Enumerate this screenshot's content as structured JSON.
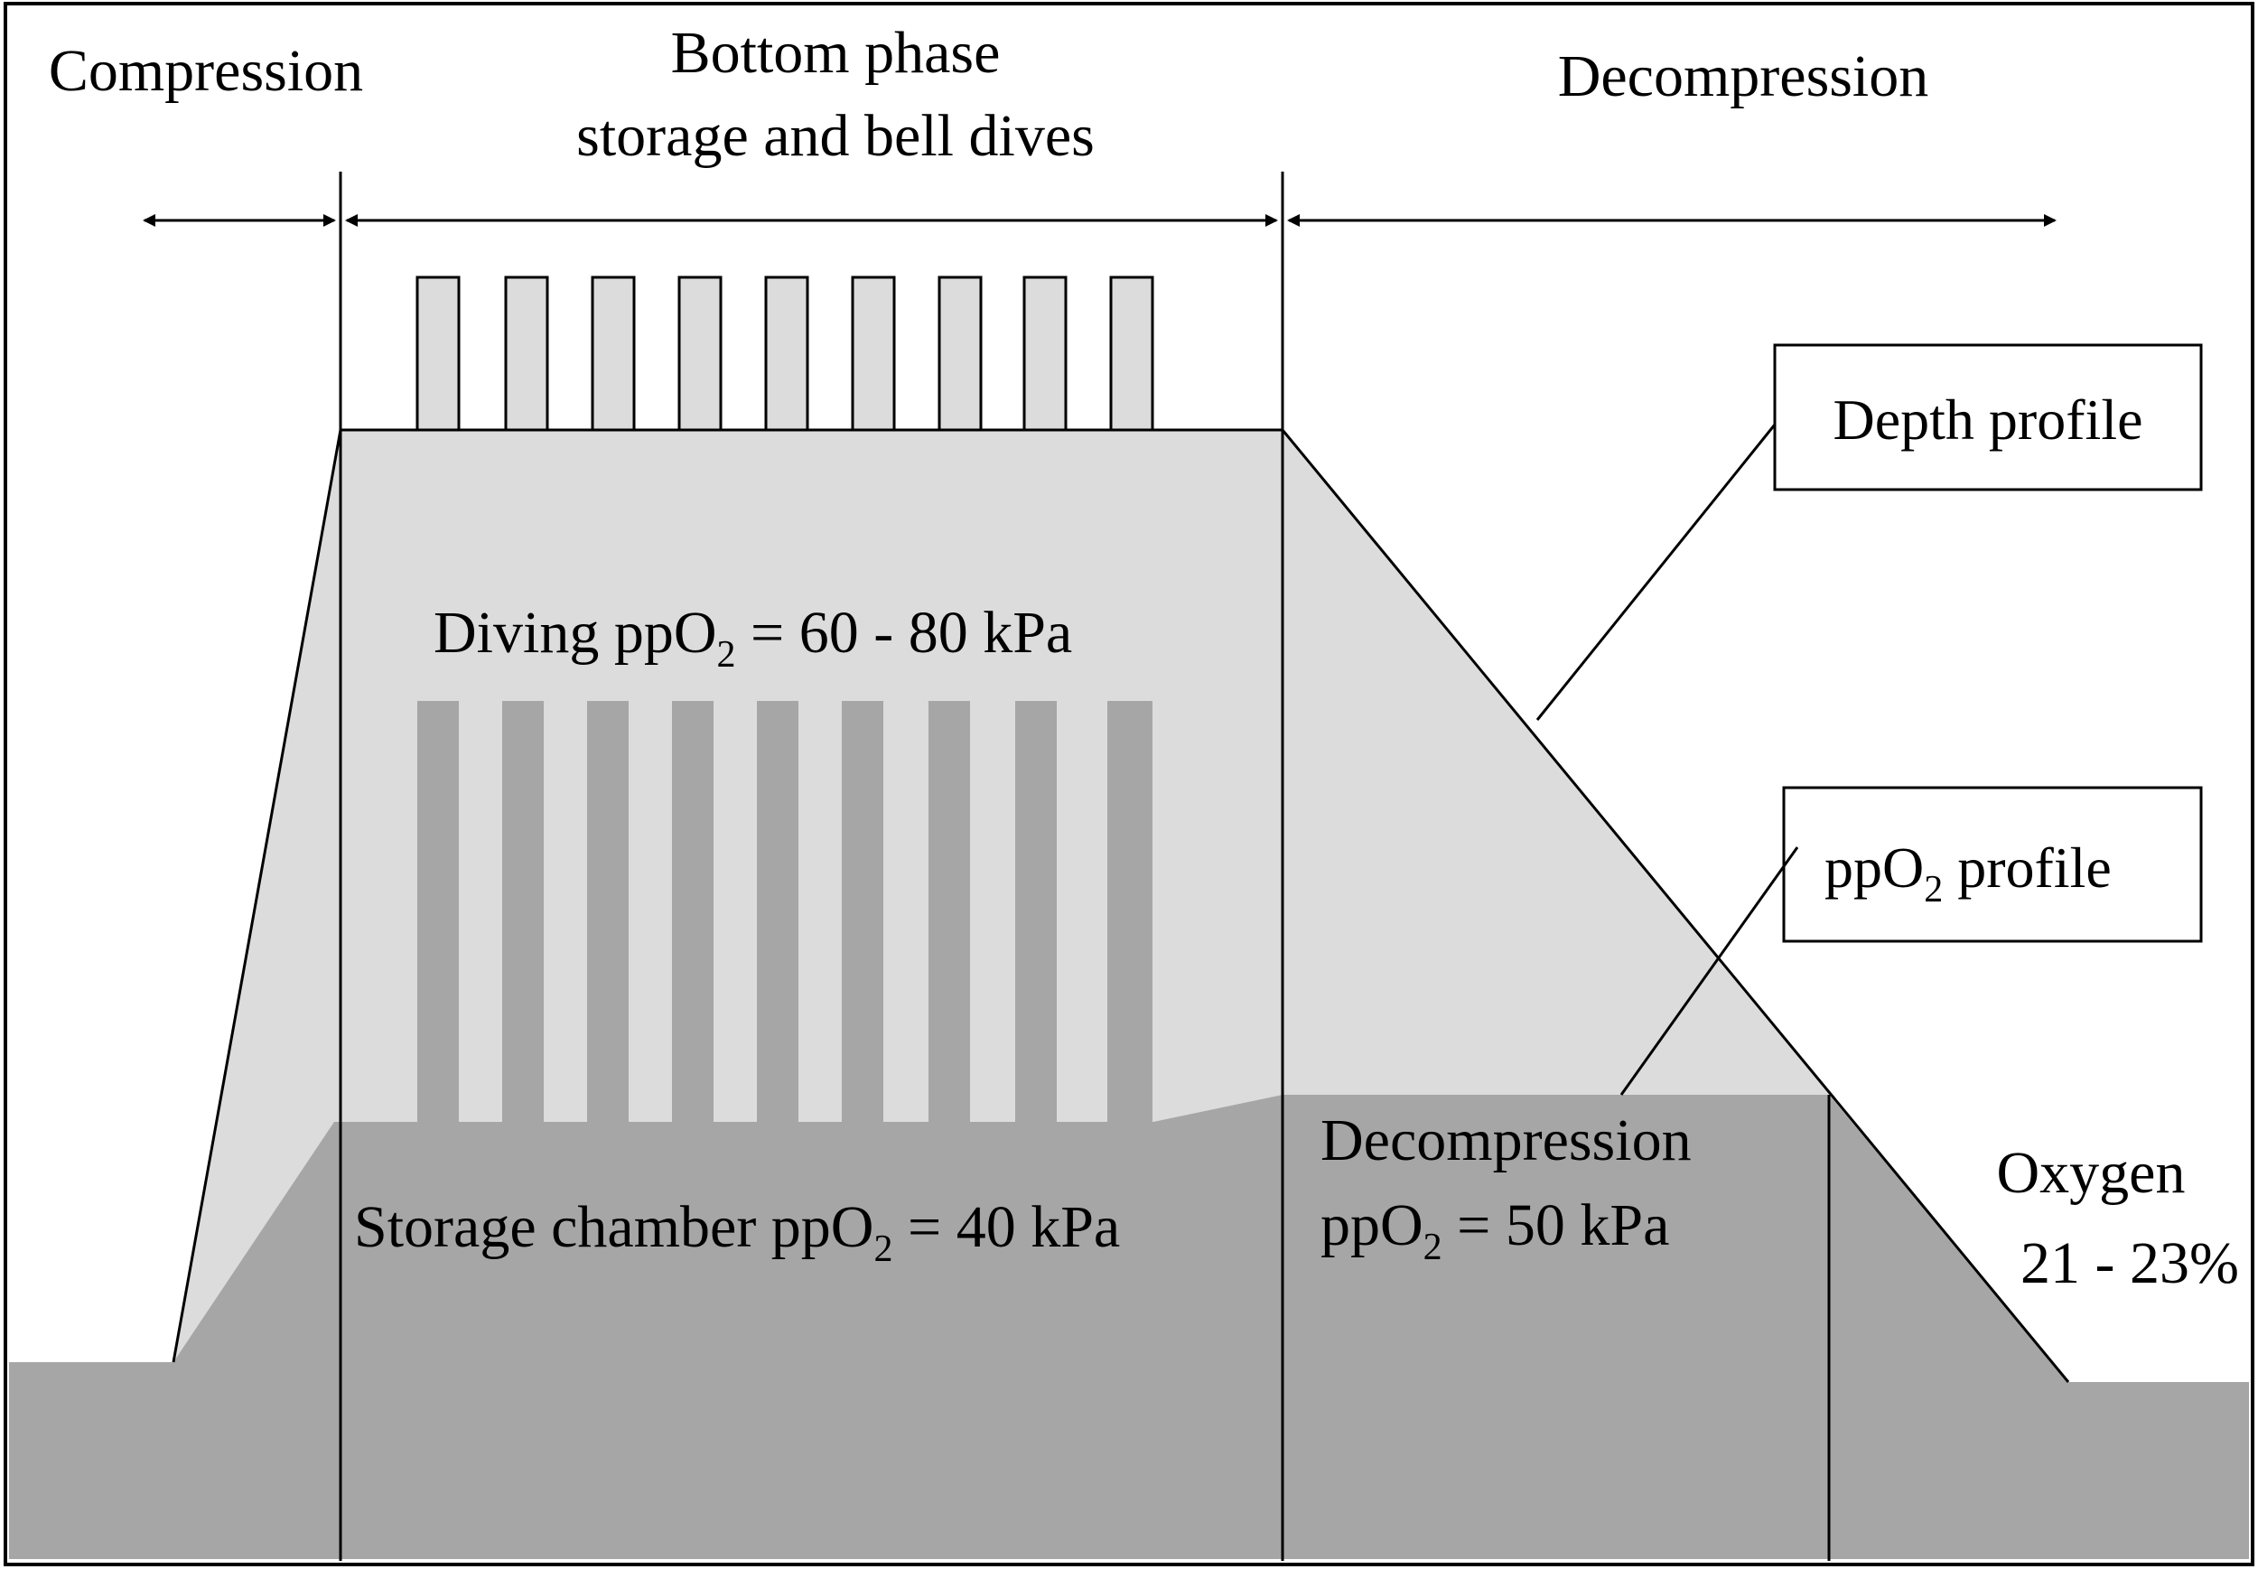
{
  "diagram": {
    "phases": {
      "compression": "Compression",
      "bottom_line1": "Bottom phase",
      "bottom_line2": "storage and bell dives",
      "decompression": "Decompression"
    },
    "regions": {
      "diving_prefix": "Diving ppO",
      "diving_sub": "2",
      "diving_suffix": " = 60 - 80 kPa",
      "storage_prefix": "Storage chamber ppO",
      "storage_sub": "2",
      "storage_suffix": " = 40 kPa",
      "decomp_line1": "Decompression",
      "decomp_prefix": "ppO",
      "decomp_sub": "2",
      "decomp_suffix": " =  50 kPa",
      "oxygen_line1": "Oxygen",
      "oxygen_line2": "21 - 23%"
    },
    "legend": {
      "depth_profile": "Depth profile",
      "ppo2_prefix": "ppO",
      "ppo2_sub": "2",
      "ppo2_suffix": " profile"
    },
    "colors": {
      "depth_fill": "#dcdcdc",
      "ppo2_fill": "#a6a6a6",
      "line": "#000000",
      "background": "#ffffff"
    }
  }
}
